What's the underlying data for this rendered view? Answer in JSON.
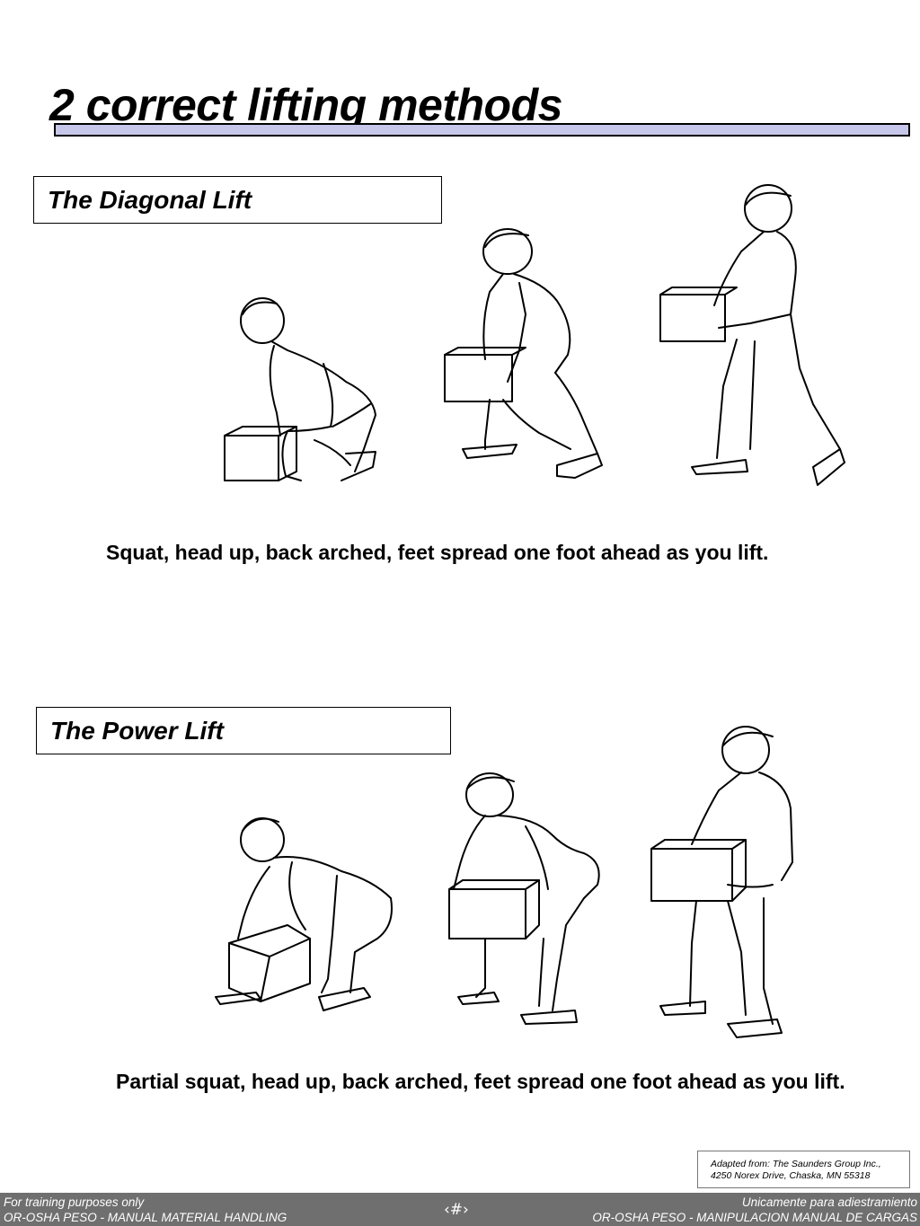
{
  "slide": {
    "title": "2 correct lifting methods"
  },
  "methods": [
    {
      "heading": "The Diagonal Lift",
      "caption": "Squat, head up, back arched, feet spread one foot ahead as you lift."
    },
    {
      "heading": "The Power Lift",
      "caption": "Partial squat, head up, back arched, feet spread one foot ahead as you lift."
    }
  ],
  "credit": {
    "line1": "Adapted from: The Saunders Group Inc.,",
    "line2": "4250 Norex Drive, Chaska, MN 55318"
  },
  "footer": {
    "left_line1": "For training purposes only",
    "left_line2": "OR-OSHA PESO - MANUAL MATERIAL HANDLING",
    "page_marker": "‹#›",
    "right_line1": "Unicamente para adiestramiento",
    "right_line2": "OR-OSHA PESO - MANIPULACION MANUAL DE CARGAS"
  },
  "colors": {
    "title_rule_fill": "#c7c7ea",
    "footer_background": "#6f6f6f"
  }
}
